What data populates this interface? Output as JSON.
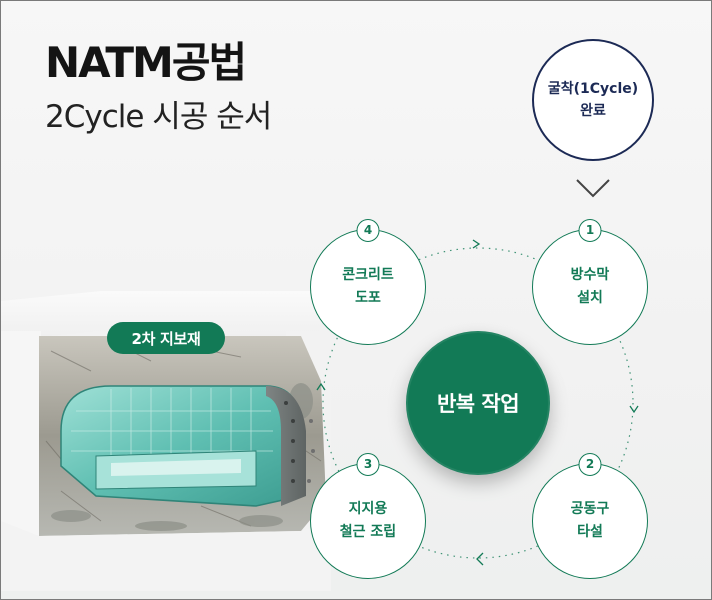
{
  "title": "NATM공법",
  "subtitle": "2Cycle 시공 순서",
  "completed": {
    "line1": "굴착(1Cycle)",
    "line2": "완료"
  },
  "center_label": "반복 작업",
  "support_label": "2차 지보재",
  "steps": [
    {
      "number": "1",
      "line1": "방수막",
      "line2": "설치"
    },
    {
      "number": "2",
      "line1": "공동구",
      "line2": "타설"
    },
    {
      "number": "3",
      "line1": "지지용",
      "line2": "철근 조립"
    },
    {
      "number": "4",
      "line1": "콘크리트",
      "line2": "도포"
    }
  ],
  "colors": {
    "accent": "#127a56",
    "navy": "#1c2a55",
    "title": "#141414"
  },
  "icons": {
    "chevron": "chevron-down-icon",
    "arrow": "arrow-head-icon"
  }
}
